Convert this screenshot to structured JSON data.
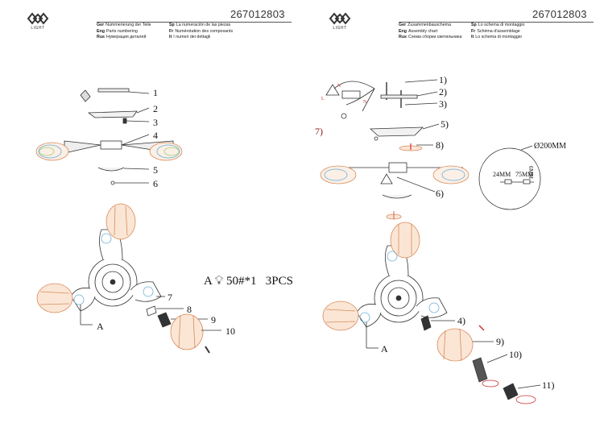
{
  "doc_code": "267012803",
  "brand": "LIGHT",
  "left_sheet": {
    "header_left": [
      {
        "lang": "Ger",
        "text": "Nummerierung der Teile"
      },
      {
        "lang": "Eng",
        "text": "Parts numbering"
      },
      {
        "lang": "Rus",
        "text": "Нумерация деталей"
      }
    ],
    "header_right": [
      {
        "lang": "Sp",
        "text": "La numeración de las piezas"
      },
      {
        "lang": "Fr",
        "text": "Numérotation des composants"
      },
      {
        "lang": "It",
        "text": "I numeri dei dettagli"
      }
    ],
    "part_numbers": [
      "1",
      "2",
      "3",
      "4",
      "5",
      "6",
      "7",
      "8",
      "9",
      "10"
    ],
    "callout_a": "A",
    "spec_text": "A",
    "spec_bulb": "50#*1",
    "spec_qty": "3PCS"
  },
  "right_sheet": {
    "header_left": [
      {
        "lang": "Ger",
        "text": "Zusammenbauschema"
      },
      {
        "lang": "Eng",
        "text": "Assembly chart"
      },
      {
        "lang": "Rus",
        "text": "Схема сборки светильника"
      }
    ],
    "header_right": [
      {
        "lang": "Sp",
        "text": "Lo schema di montaggio"
      },
      {
        "lang": "Fr",
        "text": "Schéma d'assemblage"
      },
      {
        "lang": "It",
        "text": "Lo schema di montaggio"
      }
    ],
    "step_numbers": [
      "1)",
      "2)",
      "3)",
      "5)",
      "7)",
      "8)",
      "6)",
      "4)",
      "9)",
      "10)",
      "11)"
    ],
    "callout_a": "A",
    "wire_marks": [
      "N",
      "L",
      "N"
    ],
    "plate_diameter": "Ø200MM",
    "plate_dim_1": "24MM",
    "plate_dim_2": "75MM",
    "plate_dim_3": "6MM"
  }
}
